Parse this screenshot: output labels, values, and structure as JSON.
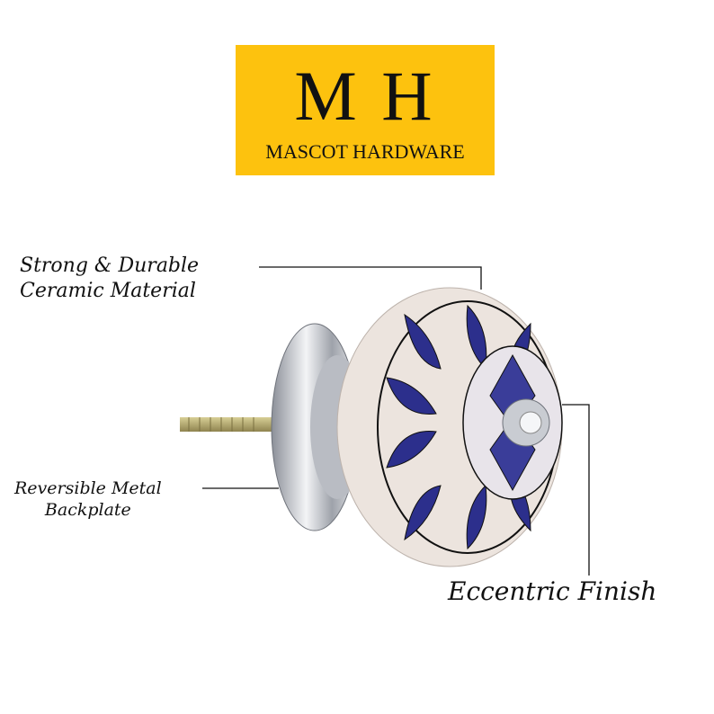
{
  "logo": {
    "monogram": "M H",
    "brand_name": "MASCOT HARDWARE",
    "background": "#fdc20e"
  },
  "callouts": [
    {
      "line1": "Strong & Durable",
      "line2": "Ceramic  Material"
    },
    {
      "line1": "Reversible Metal",
      "line2": "Backplate"
    },
    {
      "line1": "Eccentric Finish"
    }
  ],
  "colors": {
    "ceramic": "#ece4de",
    "pattern_blue": "#2c2f8c",
    "metal": "#c9ccd2"
  }
}
